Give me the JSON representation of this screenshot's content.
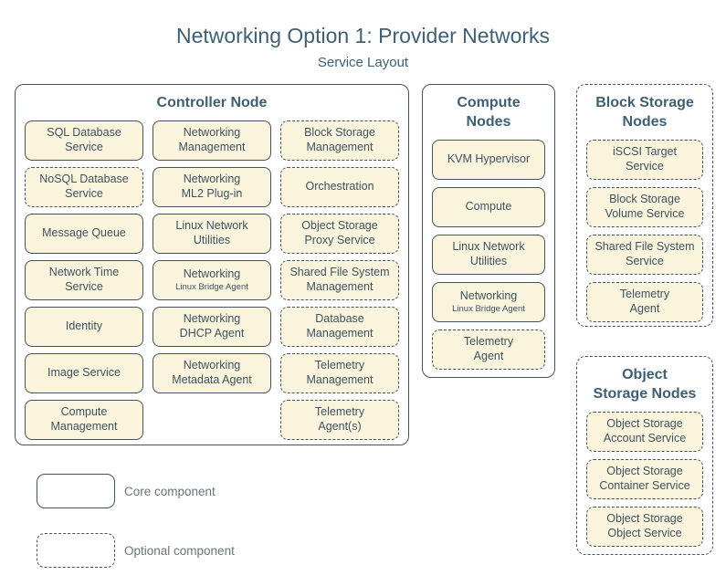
{
  "page": {
    "title": "Networking Option 1: Provider Networks",
    "subtitle": "Service Layout"
  },
  "colors": {
    "box_fill": "#fbf4dc",
    "stroke": "#46535c",
    "text": "#3e5260",
    "title": "#3f5f73",
    "legend_text": "#68757c"
  },
  "controller": {
    "title": "Controller Node",
    "columns": [
      {
        "boxes": [
          {
            "label": "SQL Database\nService",
            "type": "core"
          },
          {
            "label": "NoSQL Database\nService",
            "type": "optional"
          },
          {
            "label": "Message Queue",
            "type": "core"
          },
          {
            "label": "Network Time\nService",
            "type": "core"
          },
          {
            "label": "Identity",
            "type": "core"
          },
          {
            "label": "Image Service",
            "type": "core"
          },
          {
            "label": "Compute\nManagement",
            "type": "core"
          }
        ]
      },
      {
        "boxes": [
          {
            "label": "Networking\nManagement",
            "type": "core"
          },
          {
            "label": "Networking\nML2 Plug-in",
            "type": "core"
          },
          {
            "label": "Linux Network\nUtilities",
            "type": "core"
          },
          {
            "label": "Networking",
            "sublabel": "Linux Bridge Agent",
            "type": "core"
          },
          {
            "label": "Networking\nDHCP Agent",
            "type": "core"
          },
          {
            "label": "Networking\nMetadata Agent",
            "type": "core"
          }
        ]
      },
      {
        "boxes": [
          {
            "label": "Block Storage\nManagement",
            "type": "optional"
          },
          {
            "label": "Orchestration",
            "type": "optional"
          },
          {
            "label": "Object Storage\nProxy Service",
            "type": "optional"
          },
          {
            "label": "Shared File System\nManagement",
            "type": "optional"
          },
          {
            "label": "Database\nManagement",
            "type": "optional"
          },
          {
            "label": "Telemetry\nManagement",
            "type": "optional"
          },
          {
            "label": "Telemetry\nAgent(s)",
            "type": "optional"
          }
        ]
      }
    ]
  },
  "compute": {
    "title": "Compute\nNodes",
    "boxes": [
      {
        "label": "KVM Hypervisor",
        "type": "core"
      },
      {
        "label": "Compute",
        "type": "core"
      },
      {
        "label": "Linux Network\nUtilities",
        "type": "core"
      },
      {
        "label": "Networking",
        "sublabel": "Linux Bridge Agent",
        "type": "core"
      },
      {
        "label": "Telemetry\nAgent",
        "type": "optional"
      }
    ]
  },
  "block_storage": {
    "title": "Block Storage\nNodes",
    "boxes": [
      {
        "label": "iSCSI Target\nService",
        "type": "optional"
      },
      {
        "label": "Block Storage\nVolume Service",
        "type": "optional"
      },
      {
        "label": "Shared File System\nService",
        "type": "optional"
      },
      {
        "label": "Telemetry\nAgent",
        "type": "optional"
      }
    ]
  },
  "object_storage": {
    "title": "Object\nStorage Nodes",
    "boxes": [
      {
        "label": "Object Storage\nAccount Service",
        "type": "optional"
      },
      {
        "label": "Object Storage\nContainer Service",
        "type": "optional"
      },
      {
        "label": "Object Storage\nObject Service",
        "type": "optional"
      }
    ]
  },
  "legend": {
    "core_label": "Core component",
    "optional_label": "Optional component"
  }
}
